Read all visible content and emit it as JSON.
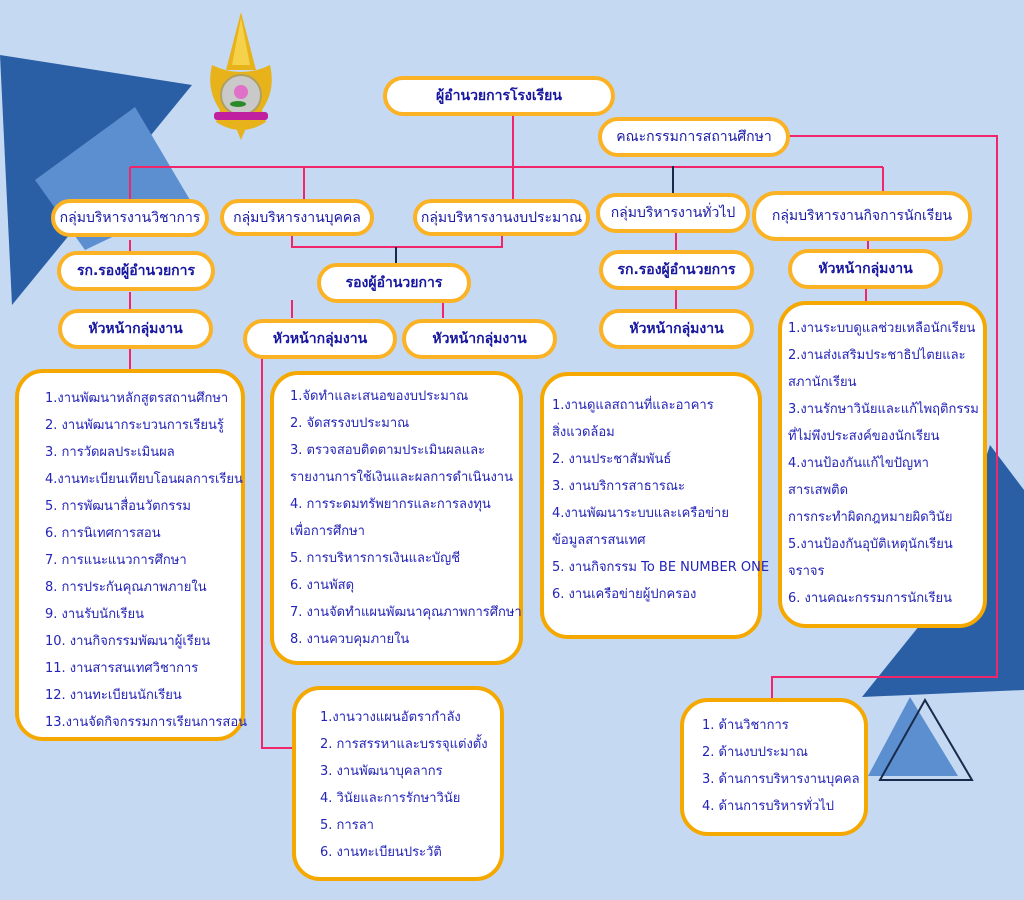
{
  "colors": {
    "background": "#c5d9f3",
    "dark_blue_shape": "#2a5fa6",
    "mid_blue_shape": "#5b8fd0",
    "connector_pink": "#f0256a",
    "connector_navy": "#1a2a4a",
    "box_border": "#fbb224",
    "text_blue": "#1a1aa6"
  },
  "logo": {
    "icon": "school-emblem-icon",
    "caption": "school emblem"
  },
  "top": {
    "director": "ผู้อำนวยการโรงเรียน",
    "board": "คณะกรรมการสถานศึกษา"
  },
  "groups": {
    "academic": {
      "title": "กลุ่มบริหารงานวิชาการ",
      "deputy": "รก.รองผู้อำนวยการ",
      "head": "หัวหน้ากลุ่มงาน",
      "items": [
        "1.งานพัฒนาหลักสูตรสถานศึกษา",
        "2. งานพัฒนากระบวนการเรียนรู้",
        "3. การวัดผลประเมินผล",
        "4.งานทะเบียนเทียบโอนผลการเรียน",
        "5. การพัฒนาสื่อนวัตกรรม",
        "6. การนิเทศการสอน",
        "7. การแนะแนวการศึกษา",
        "8. การประกันคุณภาพภายใน",
        "9. งานรับนักเรียน",
        "10. งานกิจกรรมพัฒนาผู้เรียน",
        "11. งานสารสนเทศวิชาการ",
        "12. งานทะเบียนนักเรียน",
        "13.งานจัดกิจกรรมการเรียนการสอน"
      ]
    },
    "personnel": {
      "title": "กลุ่มบริหารงานบุคคล",
      "head": "หัวหน้ากลุ่มงาน",
      "items": [
        "1.งานวางแผนอัตรากำลัง",
        "2. การสรรหาและบรรจุแต่งตั้ง",
        "3. งานพัฒนาบุคลากร",
        "4. วินัยและการรักษาวินัย",
        "5. การลา",
        "6. งานทะเบียนประวัติ"
      ]
    },
    "budget": {
      "title": "กลุ่มบริหารงานงบประมาณ",
      "head": "หัวหน้ากลุ่มงาน",
      "items": [
        "1.จัดทำและเสนอของบประมาณ",
        "2. จัดสรรงบประมาณ",
        "3. ตรวจสอบติดตามประเมินผลและ",
        "รายงานการใช้เงินและผลการดำเนินงาน",
        "4. การระดมทรัพยากรและการลงทุน",
        "เพื่อการศึกษา",
        "5. การบริหารการเงินและบัญชี",
        "6. งานพัสดุ",
        "7. งานจัดทำแผนพัฒนาคุณภาพการศึกษา",
        "8. งานควบคุมภายใน"
      ]
    },
    "shared_deputy": "รองผู้อำนวยการ",
    "general": {
      "title": "กลุ่มบริหารงานทั่วไป",
      "deputy": "รก.รองผู้อำนวยการ",
      "head": "หัวหน้ากลุ่มงาน",
      "items": [
        "1.งานดูแลสถานที่และอาคาร",
        "สิ่งแวดล้อม",
        "2. งานประชาสัมพันธ์",
        "3. งานบริการสาธารณะ",
        "4.งานพัฒนาระบบและเครือข่าย",
        "ข้อมูลสารสนเทศ",
        "5. งานกิจกรรม To BE NUMBER ONE",
        "6. งานเครือข่ายผู้ปกครอง"
      ]
    },
    "student_affairs": {
      "title": "กลุ่มบริหารงานกิจการนักเรียน",
      "head": "หัวหน้ากลุ่มงาน",
      "items": [
        "1.งานระบบดูแลช่วยเหลือนักเรียน",
        "2.งานส่งเสริมประชาธิปไตยและ",
        "สภานักเรียน",
        "3.งานรักษาวินัยและแก้ไพฤติกรรม",
        "ที่ไม่พึงประสงค์ของนักเรียน",
        "4.งานป้องกันแก้ไขปัญหา",
        "สารเสพติด",
        "การกระทำผิดกฎหมายผิดวินัย",
        "5.งานป้องกันอุบัติเหตุนักเรียน",
        "จราจร",
        "6. งานคณะกรรมการนักเรียน"
      ]
    }
  },
  "board_areas": [
    "1.  ด้านวิชาการ",
    "2.  ด้านงบประมาณ",
    "3.  ด้านการบริหารงานบุคคล",
    "4.  ด้านการบริหารทั่วไป"
  ]
}
